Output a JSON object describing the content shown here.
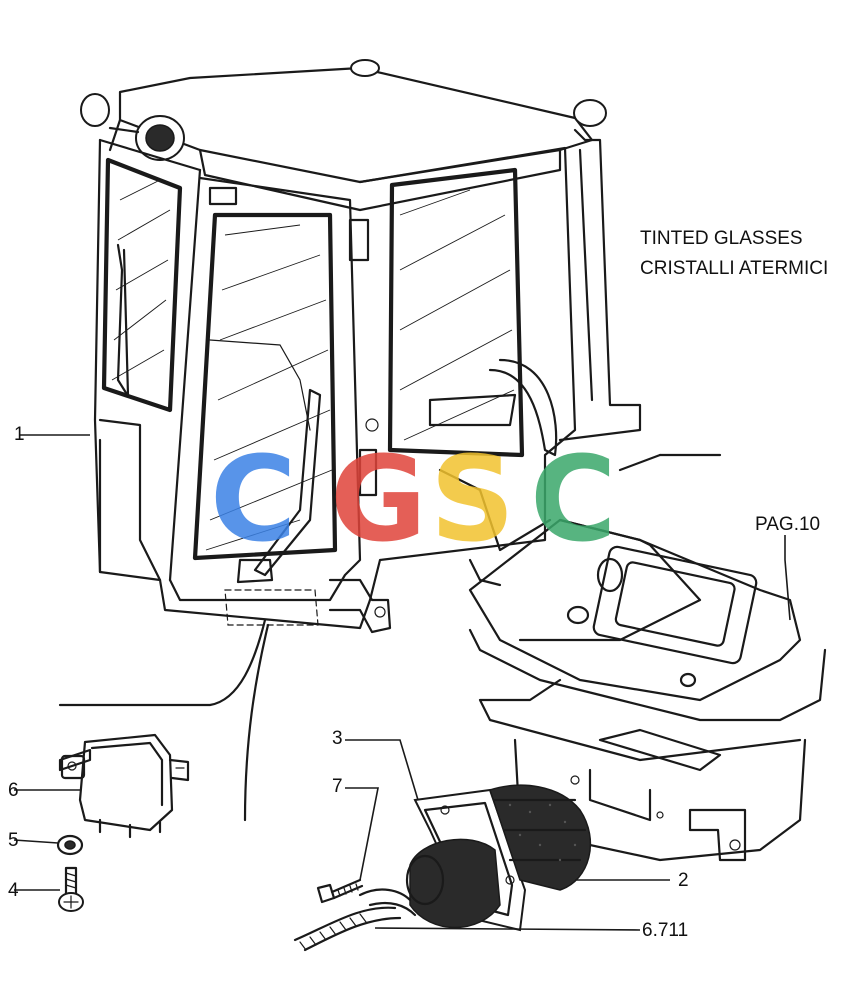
{
  "caption": {
    "line1": "TINTED GLASSES",
    "line2": "CRISTALLI ATERMICI"
  },
  "page_reference": "PAG.10",
  "callouts": [
    {
      "id": "cab",
      "text": "1"
    },
    {
      "id": "connector-boot",
      "text": "2"
    },
    {
      "id": "mounting-plate",
      "text": "3"
    },
    {
      "id": "screw-lower",
      "text": "4"
    },
    {
      "id": "washer",
      "text": "5"
    },
    {
      "id": "relay-unit",
      "text": "6"
    },
    {
      "id": "bolt",
      "text": "7"
    },
    {
      "id": "cable-ref",
      "text": "6.711"
    }
  ],
  "watermark": {
    "letters": [
      {
        "char": "C",
        "color": "#3b82e6"
      },
      {
        "char": "G",
        "color": "#e0443a"
      },
      {
        "char": "S",
        "color": "#f2c22e"
      },
      {
        "char": "C",
        "color": "#3aa86b"
      }
    ]
  }
}
